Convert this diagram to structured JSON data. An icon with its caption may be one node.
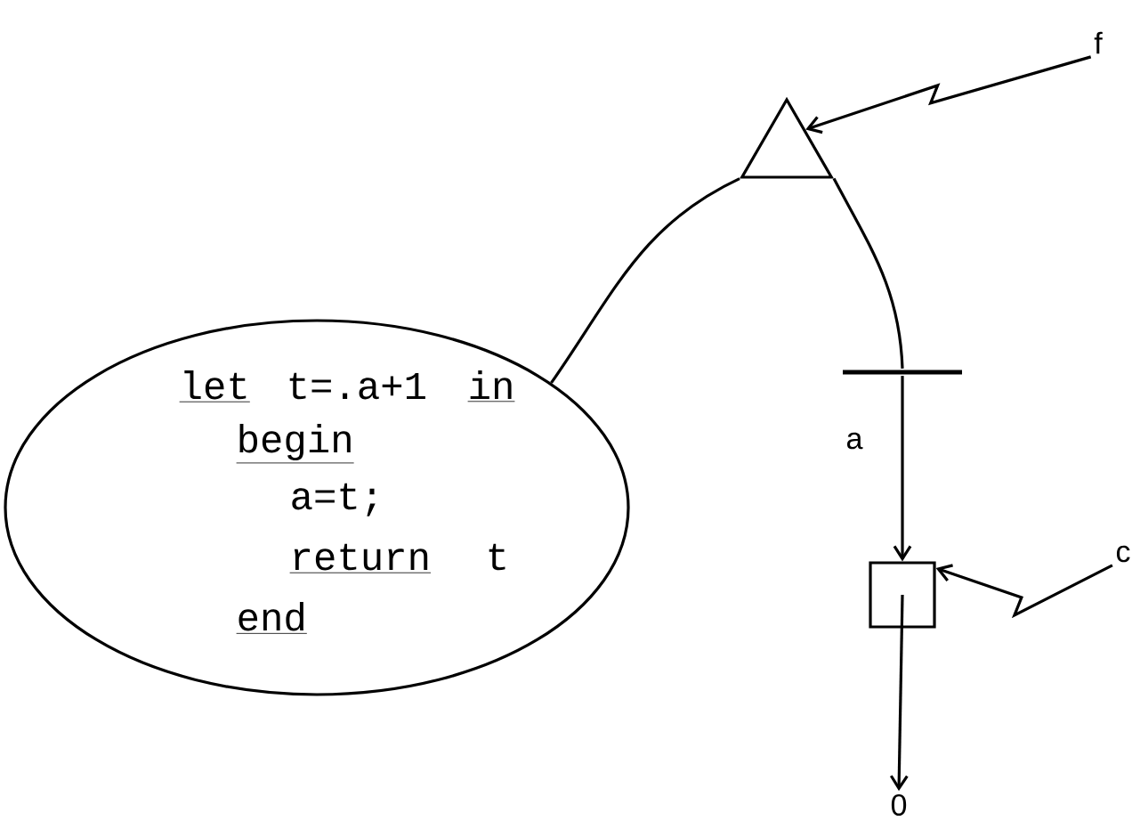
{
  "diagram": {
    "nodes": [
      {
        "text": [
          "let",
          "t=.a+1",
          "in",
          "begin",
          "a=t;",
          "return",
          "t",
          "end"
        ]
      },
      {
        "text": [],
        "shape": "triangle"
      },
      {
        "text": [],
        "shape": "bar"
      },
      {
        "text": [],
        "shape": "box"
      },
      {
        "text": [
          "f"
        ]
      },
      {
        "text": [
          "c"
        ]
      },
      {
        "text": [
          "0"
        ]
      }
    ],
    "edges": [
      {
        "from": 0,
        "to": 1,
        "arrow": "none"
      },
      {
        "from": 1,
        "to": 2,
        "arrow": "none"
      },
      {
        "from": 2,
        "to": 3,
        "arrow": "to",
        "label": "a"
      },
      {
        "from": 4,
        "to": 1,
        "arrow": "to"
      },
      {
        "from": 5,
        "to": 3,
        "arrow": "to"
      },
      {
        "from": 3,
        "to": 6,
        "arrow": "to"
      }
    ]
  }
}
